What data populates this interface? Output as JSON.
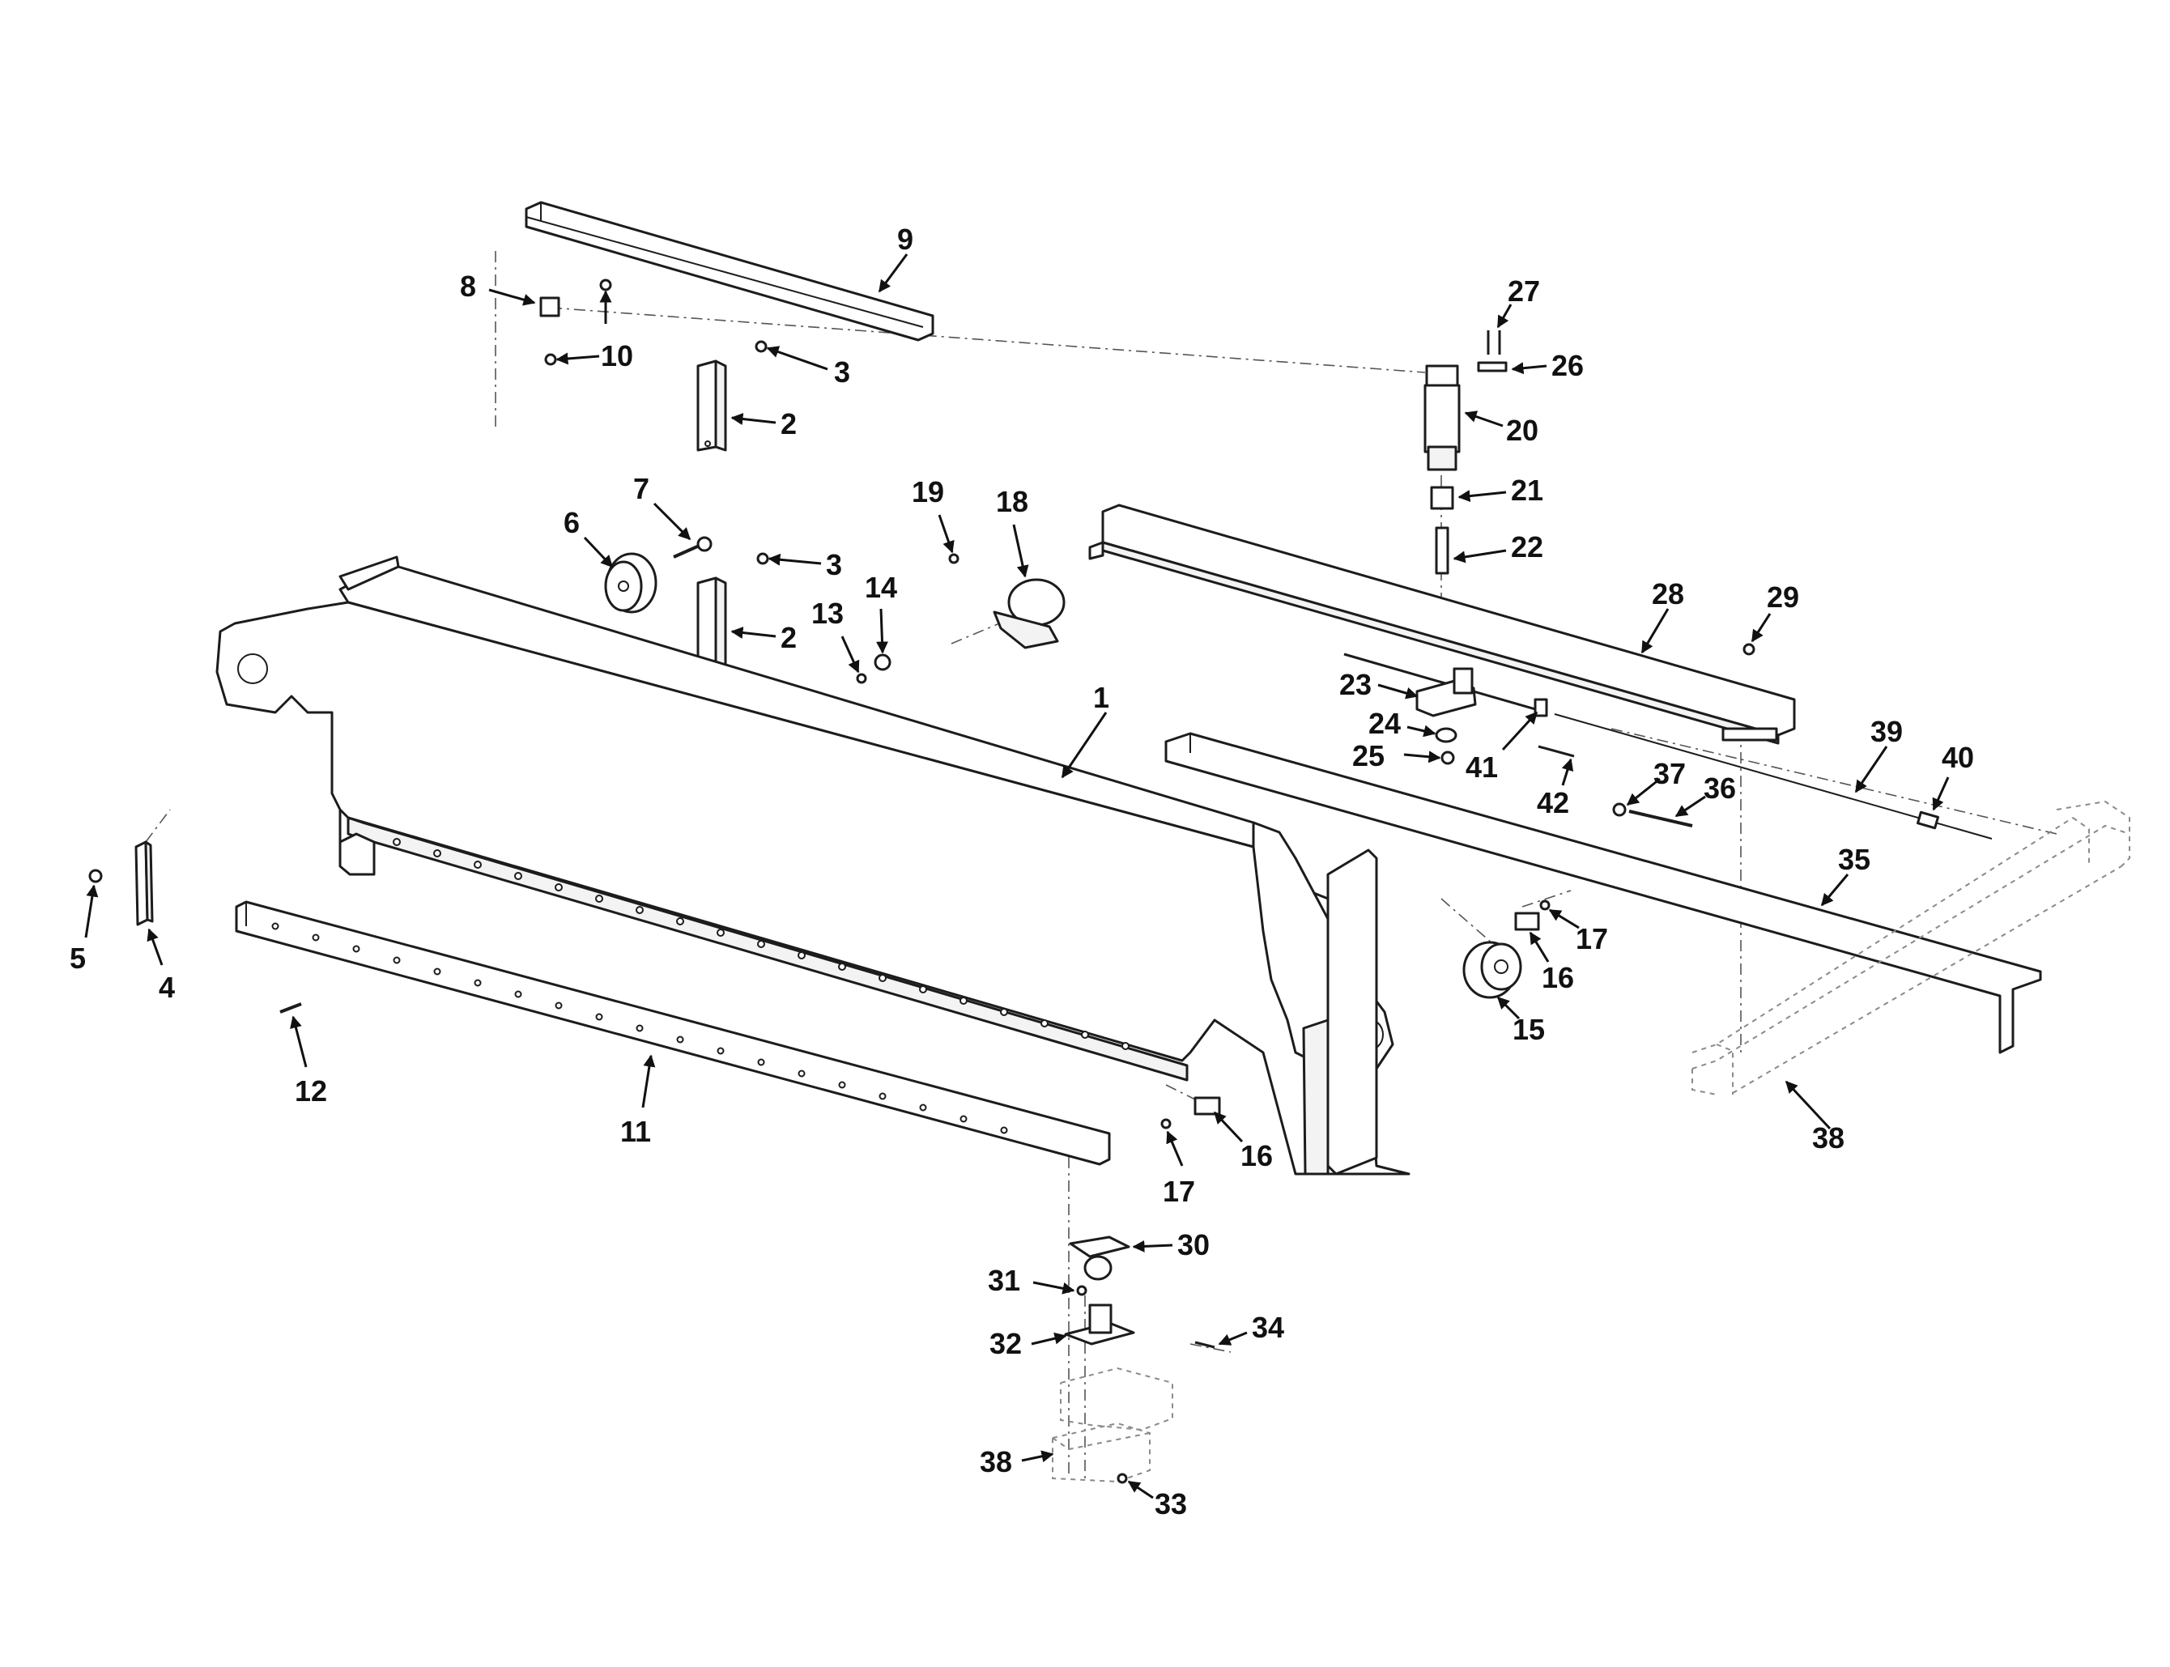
{
  "callouts": {
    "c1": "1",
    "c2a": "2",
    "c2b": "2",
    "c3a": "3",
    "c3b": "3",
    "c4": "4",
    "c5": "5",
    "c6": "6",
    "c7": "7",
    "c8": "8",
    "c9": "9",
    "c10": "10",
    "c11": "11",
    "c12": "12",
    "c13": "13",
    "c14": "14",
    "c15": "15",
    "c16a": "16",
    "c16b": "16",
    "c17a": "17",
    "c17b": "17",
    "c18": "18",
    "c19": "19",
    "c20": "20",
    "c21": "21",
    "c22": "22",
    "c23": "23",
    "c24": "24",
    "c25": "25",
    "c26": "26",
    "c27": "27",
    "c28": "28",
    "c29": "29",
    "c30": "30",
    "c31": "31",
    "c32": "32",
    "c33": "33",
    "c34": "34",
    "c35": "35",
    "c36": "36",
    "c37": "37",
    "c38a": "38",
    "c38b": "38",
    "c39": "39",
    "c40": "40",
    "c41": "41",
    "c42": "42"
  }
}
